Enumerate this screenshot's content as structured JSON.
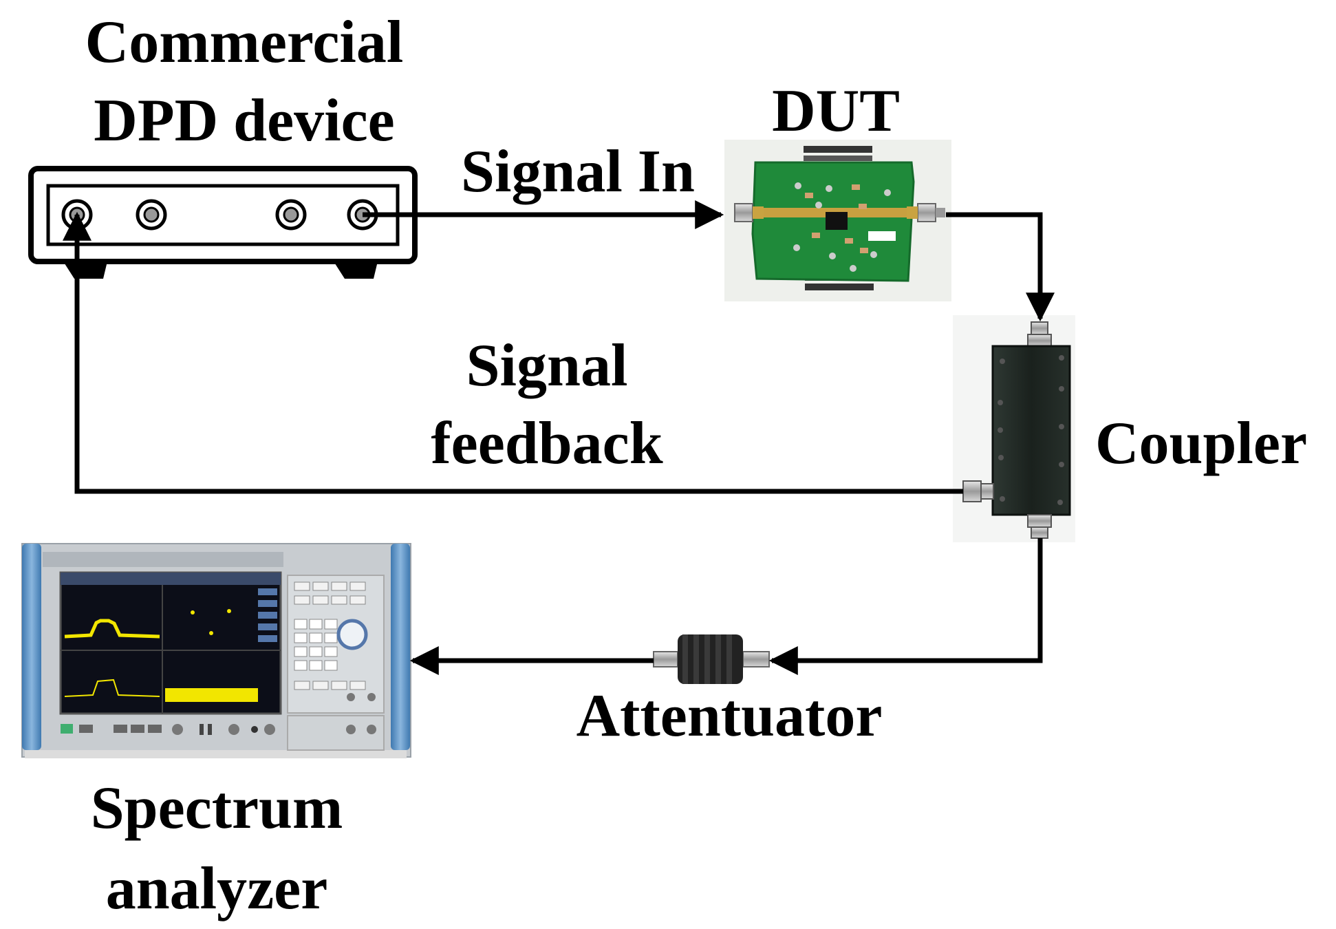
{
  "labels": {
    "dpd_line1": "Commercial",
    "dpd_line2": "DPD device",
    "dut": "DUT",
    "signal_in": "Signal In",
    "feedback_line1": "Signal",
    "feedback_line2": "feedback",
    "coupler": "Coupler",
    "attenuator": "Attentuator",
    "spectrum_line1": "Spectrum",
    "spectrum_line2": "analyzer"
  },
  "colors": {
    "line": "#000000",
    "pcb": "#1f8a3a",
    "trace": "#c8a040",
    "coupler_body": "#1e2622",
    "analyzer_frame": "#5b8fc0",
    "screen_trace": "#f2e600"
  },
  "icons": [
    "dpd-device-icon",
    "pcb-board-icon",
    "coupler-icon",
    "attenuator-icon",
    "spectrum-analyzer-icon"
  ]
}
